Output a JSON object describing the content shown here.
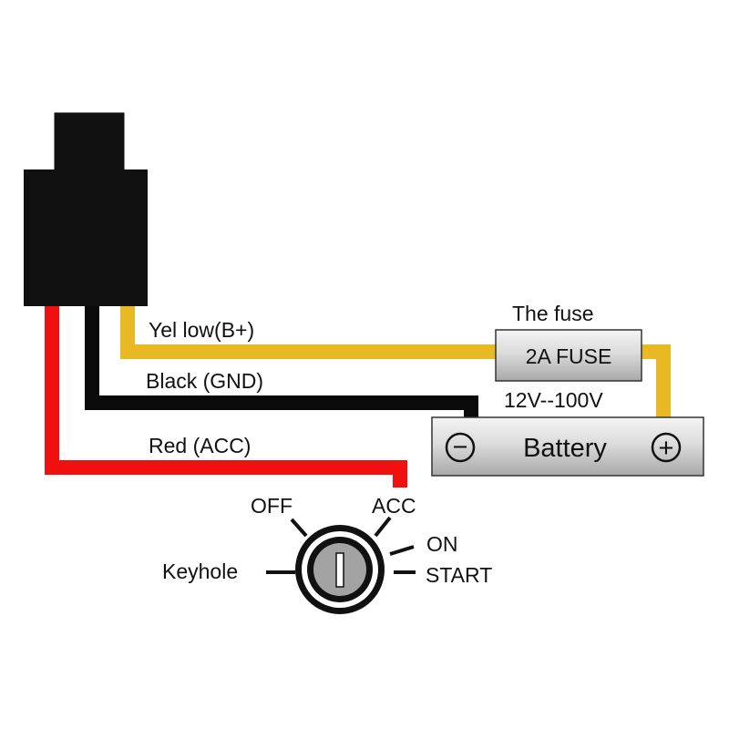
{
  "device": {
    "name": ""
  },
  "wires": {
    "yellow": {
      "label": "Yel low(B+)",
      "color": "#e8b923"
    },
    "black": {
      "label": "Black (GND)",
      "color": "#0a0a0a"
    },
    "red": {
      "label": "Red (ACC)",
      "color": "#f01010"
    }
  },
  "fuse": {
    "caption": "The fuse",
    "label": "2A FUSE"
  },
  "battery": {
    "voltage": "12V--100V",
    "label": "Battery",
    "minus_symbol": "−",
    "plus_symbol": "+"
  },
  "ignition": {
    "keyhole_label": "Keyhole",
    "positions": {
      "off": "OFF",
      "acc": "ACC",
      "on": "ON",
      "start": "START"
    }
  }
}
